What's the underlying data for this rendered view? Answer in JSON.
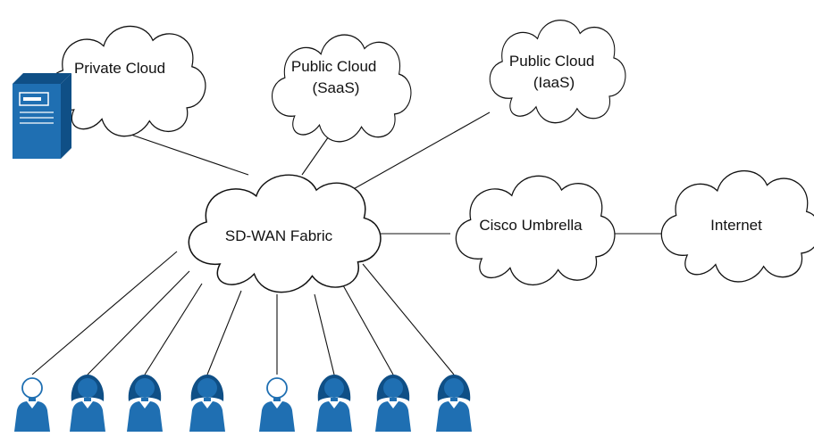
{
  "colors": {
    "accent": "#1F6FB2",
    "accent_dark": "#0F4F86",
    "line": "#111111",
    "background": "#FFFFFF"
  },
  "nodes": {
    "private_cloud": {
      "lines": [
        "Private Cloud"
      ]
    },
    "public_saas": {
      "lines": [
        "Public Cloud",
        "(SaaS)"
      ]
    },
    "public_iaas": {
      "lines": [
        "Public Cloud",
        "(IaaS)"
      ]
    },
    "sdwan": {
      "lines": [
        "SD-WAN Fabric"
      ]
    },
    "umbrella": {
      "lines": [
        "Cisco Umbrella"
      ]
    },
    "internet": {
      "lines": [
        "Internet"
      ]
    }
  },
  "icons": {
    "server": "server-icon",
    "user_female": "user-icon",
    "user_generic": "user-icon"
  },
  "users": [
    {
      "kind": "generic"
    },
    {
      "kind": "female"
    },
    {
      "kind": "female"
    },
    {
      "kind": "female"
    },
    {
      "kind": "generic"
    },
    {
      "kind": "female"
    },
    {
      "kind": "female"
    },
    {
      "kind": "female"
    }
  ]
}
